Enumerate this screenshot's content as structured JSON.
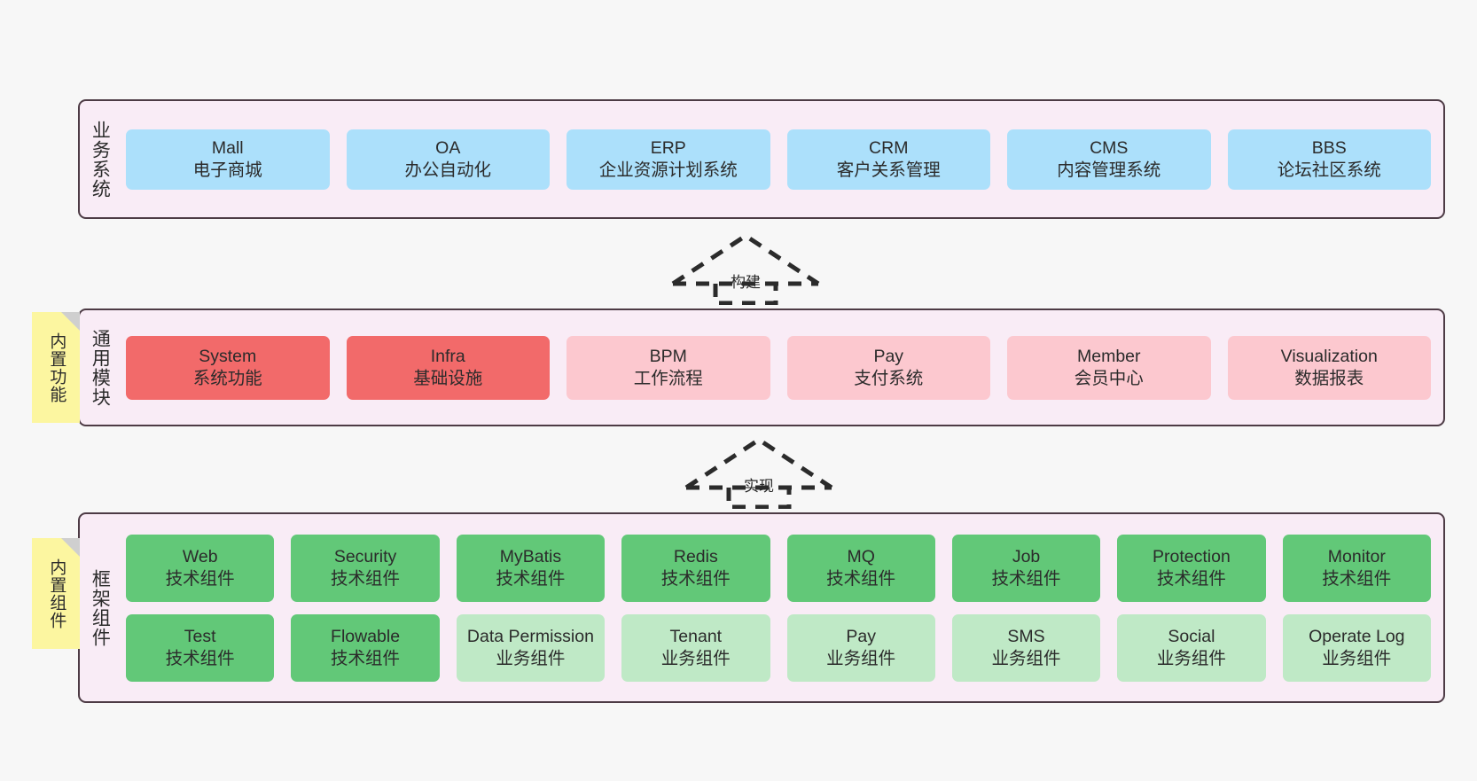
{
  "diagram": {
    "background_color": "#f7f7f7",
    "panel_fill": "#f9ecf6",
    "panel_border": "#4d3b45",
    "note_fill": "#fcf6a0"
  },
  "notes": [
    {
      "name": "builtin-function",
      "label": "内置功能"
    },
    {
      "name": "builtin-component",
      "label": "内置组件"
    }
  ],
  "arrows": [
    {
      "name": "build",
      "label": "构建",
      "style": "dashed-generalization-up"
    },
    {
      "name": "realize",
      "label": "实现",
      "style": "dashed-generalization-up"
    }
  ],
  "layers": [
    {
      "id": "business",
      "title": "业务系统",
      "color": "#ace0fb",
      "rows": [
        {
          "cards": [
            {
              "title": "Mall",
              "subtitle": "电子商城",
              "color": "#ace0fb"
            },
            {
              "title": "OA",
              "subtitle": "办公自动化",
              "color": "#ace0fb"
            },
            {
              "title": "ERP",
              "subtitle": "企业资源计划系统",
              "color": "#ace0fb"
            },
            {
              "title": "CRM",
              "subtitle": "客户关系管理",
              "color": "#ace0fb"
            },
            {
              "title": "CMS",
              "subtitle": "内容管理系统",
              "color": "#ace0fb"
            },
            {
              "title": "BBS",
              "subtitle": "论坛社区系统",
              "color": "#ace0fb"
            }
          ]
        }
      ]
    },
    {
      "id": "modules",
      "title": "通用模块",
      "rows": [
        {
          "cards": [
            {
              "title": "System",
              "subtitle": "系统功能",
              "color": "#f26a6a"
            },
            {
              "title": "Infra",
              "subtitle": "基础设施",
              "color": "#f26a6a"
            },
            {
              "title": "BPM",
              "subtitle": "工作流程",
              "color": "#fcc8cf"
            },
            {
              "title": "Pay",
              "subtitle": "支付系统",
              "color": "#fcc8cf"
            },
            {
              "title": "Member",
              "subtitle": "会员中心",
              "color": "#fcc8cf"
            },
            {
              "title": "Visualization",
              "subtitle": "数据报表",
              "color": "#fcc8cf"
            }
          ]
        }
      ]
    },
    {
      "id": "framework",
      "title": "框架组件",
      "rows": [
        {
          "cards": [
            {
              "title": "Web",
              "subtitle": "技术组件",
              "color": "#62c878"
            },
            {
              "title": "Security",
              "subtitle": "技术组件",
              "color": "#62c878"
            },
            {
              "title": "MyBatis",
              "subtitle": "技术组件",
              "color": "#62c878"
            },
            {
              "title": "Redis",
              "subtitle": "技术组件",
              "color": "#62c878"
            },
            {
              "title": "MQ",
              "subtitle": "技术组件",
              "color": "#62c878"
            },
            {
              "title": "Job",
              "subtitle": "技术组件",
              "color": "#62c878"
            },
            {
              "title": "Protection",
              "subtitle": "技术组件",
              "color": "#62c878"
            },
            {
              "title": "Monitor",
              "subtitle": "技术组件",
              "color": "#62c878"
            }
          ]
        },
        {
          "cards": [
            {
              "title": "Test",
              "subtitle": "技术组件",
              "color": "#62c878"
            },
            {
              "title": "Flowable",
              "subtitle": "技术组件",
              "color": "#62c878"
            },
            {
              "title": "Data Permission",
              "subtitle": "业务组件",
              "color": "#bfe9c6"
            },
            {
              "title": "Tenant",
              "subtitle": "业务组件",
              "color": "#bfe9c6"
            },
            {
              "title": "Pay",
              "subtitle": "业务组件",
              "color": "#bfe9c6"
            },
            {
              "title": "SMS",
              "subtitle": "业务组件",
              "color": "#bfe9c6"
            },
            {
              "title": "Social",
              "subtitle": "业务组件",
              "color": "#bfe9c6"
            },
            {
              "title": "Operate Log",
              "subtitle": "业务组件",
              "color": "#bfe9c6"
            }
          ]
        }
      ]
    }
  ]
}
